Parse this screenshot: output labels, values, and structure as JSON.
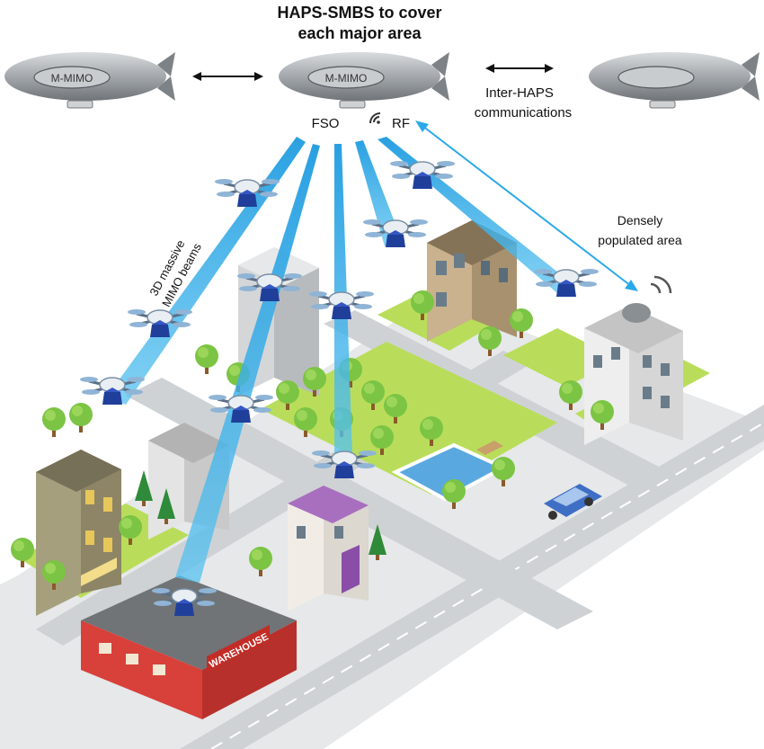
{
  "title_line1": "HAPS-SMBS to cover",
  "title_line2": "each major area",
  "airship_label": "M-MIMO",
  "fso_label": "FSO",
  "rf_label": "RF",
  "inter_haps_line1": "Inter-HAPS",
  "inter_haps_line2": "communications",
  "beams_line1": "3D massive",
  "beams_line2": "MIMO beams",
  "dense_line1": "Densely",
  "dense_line2": "populated area",
  "warehouse_sign": "WAREHOUSE",
  "colors": {
    "beam": "#2aa9e8",
    "road": "#cfd2d4",
    "grass": "#b9dd5a",
    "tree": "#7cc444",
    "airship": "#9ea3a7",
    "warehouse_wall": "#d8403a",
    "roof": "#707477",
    "car": "#3f6fc4"
  }
}
